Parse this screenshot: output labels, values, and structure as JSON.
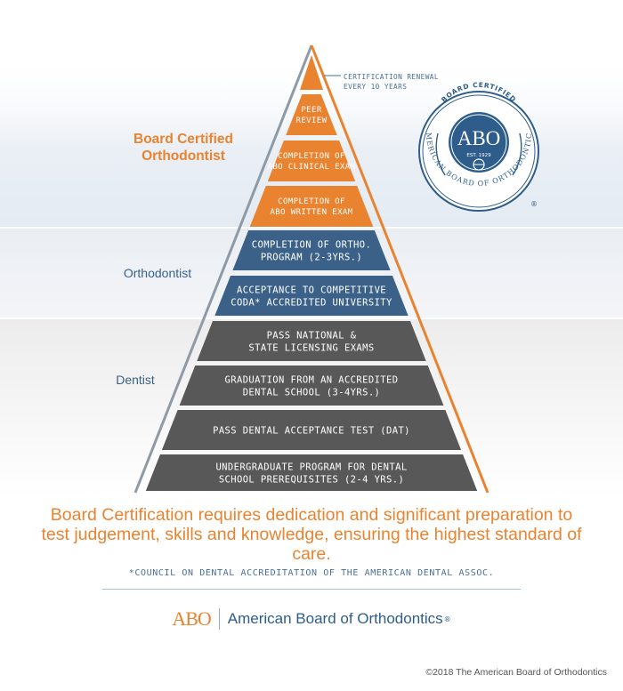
{
  "colors": {
    "orange": "#e9832f",
    "blue": "#3b6188",
    "gray": "#585858",
    "outline": "#4a6f97",
    "badge_blue": "#2e5d8c"
  },
  "sections": {
    "board_certified": [
      "Board Certified",
      "Orthodontist"
    ],
    "orthodontist": "Orthodontist",
    "dentist": "Dentist"
  },
  "callout": [
    "CERTIFICATION RENEWAL",
    "EVERY 10 YEARS"
  ],
  "tiers": [
    {
      "lines": [
        "PEER",
        "REVIEW"
      ],
      "color": "orange"
    },
    {
      "lines": [
        "COMPLETION OF",
        "ABO CLINICAL EXAM"
      ],
      "color": "orange"
    },
    {
      "lines": [
        "COMPLETION OF",
        "ABO WRITTEN EXAM"
      ],
      "color": "orange"
    },
    {
      "lines": [
        "COMPLETION OF ORTHO.",
        "PROGRAM (2-3YRS.)"
      ],
      "color": "blue"
    },
    {
      "lines": [
        "ACCEPTANCE TO COMPETITIVE",
        "CODA* ACCREDITED UNIVERSITY"
      ],
      "color": "blue"
    },
    {
      "lines": [
        "PASS NATIONAL &",
        "STATE LICENSING EXAMS"
      ],
      "color": "gray"
    },
    {
      "lines": [
        "GRADUATION FROM AN ACCREDITED",
        "DENTAL SCHOOL (3-4YRS.)"
      ],
      "color": "gray"
    },
    {
      "lines": [
        "PASS DENTAL ACCEPTANCE TEST (DAT)"
      ],
      "color": "gray"
    },
    {
      "lines": [
        "UNDERGRADUATE PROGRAM FOR DENTAL",
        "SCHOOL PREREQUISITES (2-4 YRS.)"
      ],
      "color": "gray"
    }
  ],
  "seal": {
    "top_text": "BOARD CERTIFIED",
    "ring_text": "AMERICAN BOARD OF ORTHODONTICS",
    "center": "ABO",
    "est": "EST. 1929",
    "reg": "®"
  },
  "tagline": "Board Certification requires dedication and significant preparation to test judgement, skills and knowledge, ensuring the highest standard of care.",
  "footnote": "*COUNCIL ON DENTAL ACCREDITATION OF THE AMERICAN DENTAL ASSOC.",
  "brand": {
    "abo": "ABO",
    "name": "American Board of Orthodontics",
    "reg": "®"
  },
  "copyright": "©2018 The American Board of Orthodontics"
}
